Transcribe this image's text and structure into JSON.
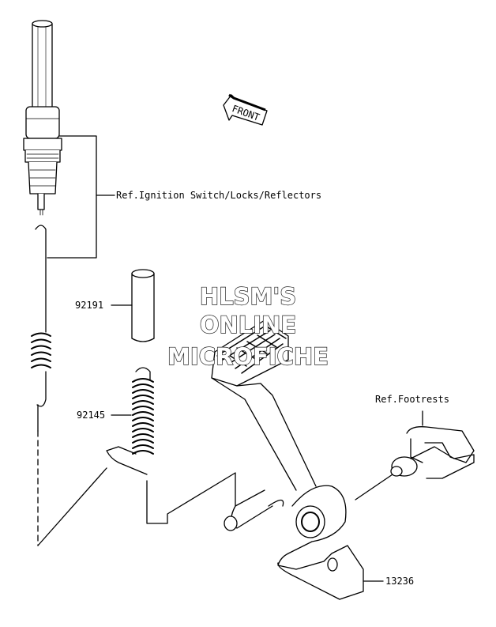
{
  "labels": {
    "ignition_ref": "Ref.Ignition Switch/Locks/Reflectors",
    "footrests_ref": "Ref.Footrests",
    "part_92191": "92191",
    "part_92145": "92145",
    "part_13236": "13236",
    "front_arrow": "FRONT"
  },
  "watermark": {
    "line1": "HLSM'S",
    "line2": "ONLINE",
    "line3": "MICROFICHE"
  }
}
